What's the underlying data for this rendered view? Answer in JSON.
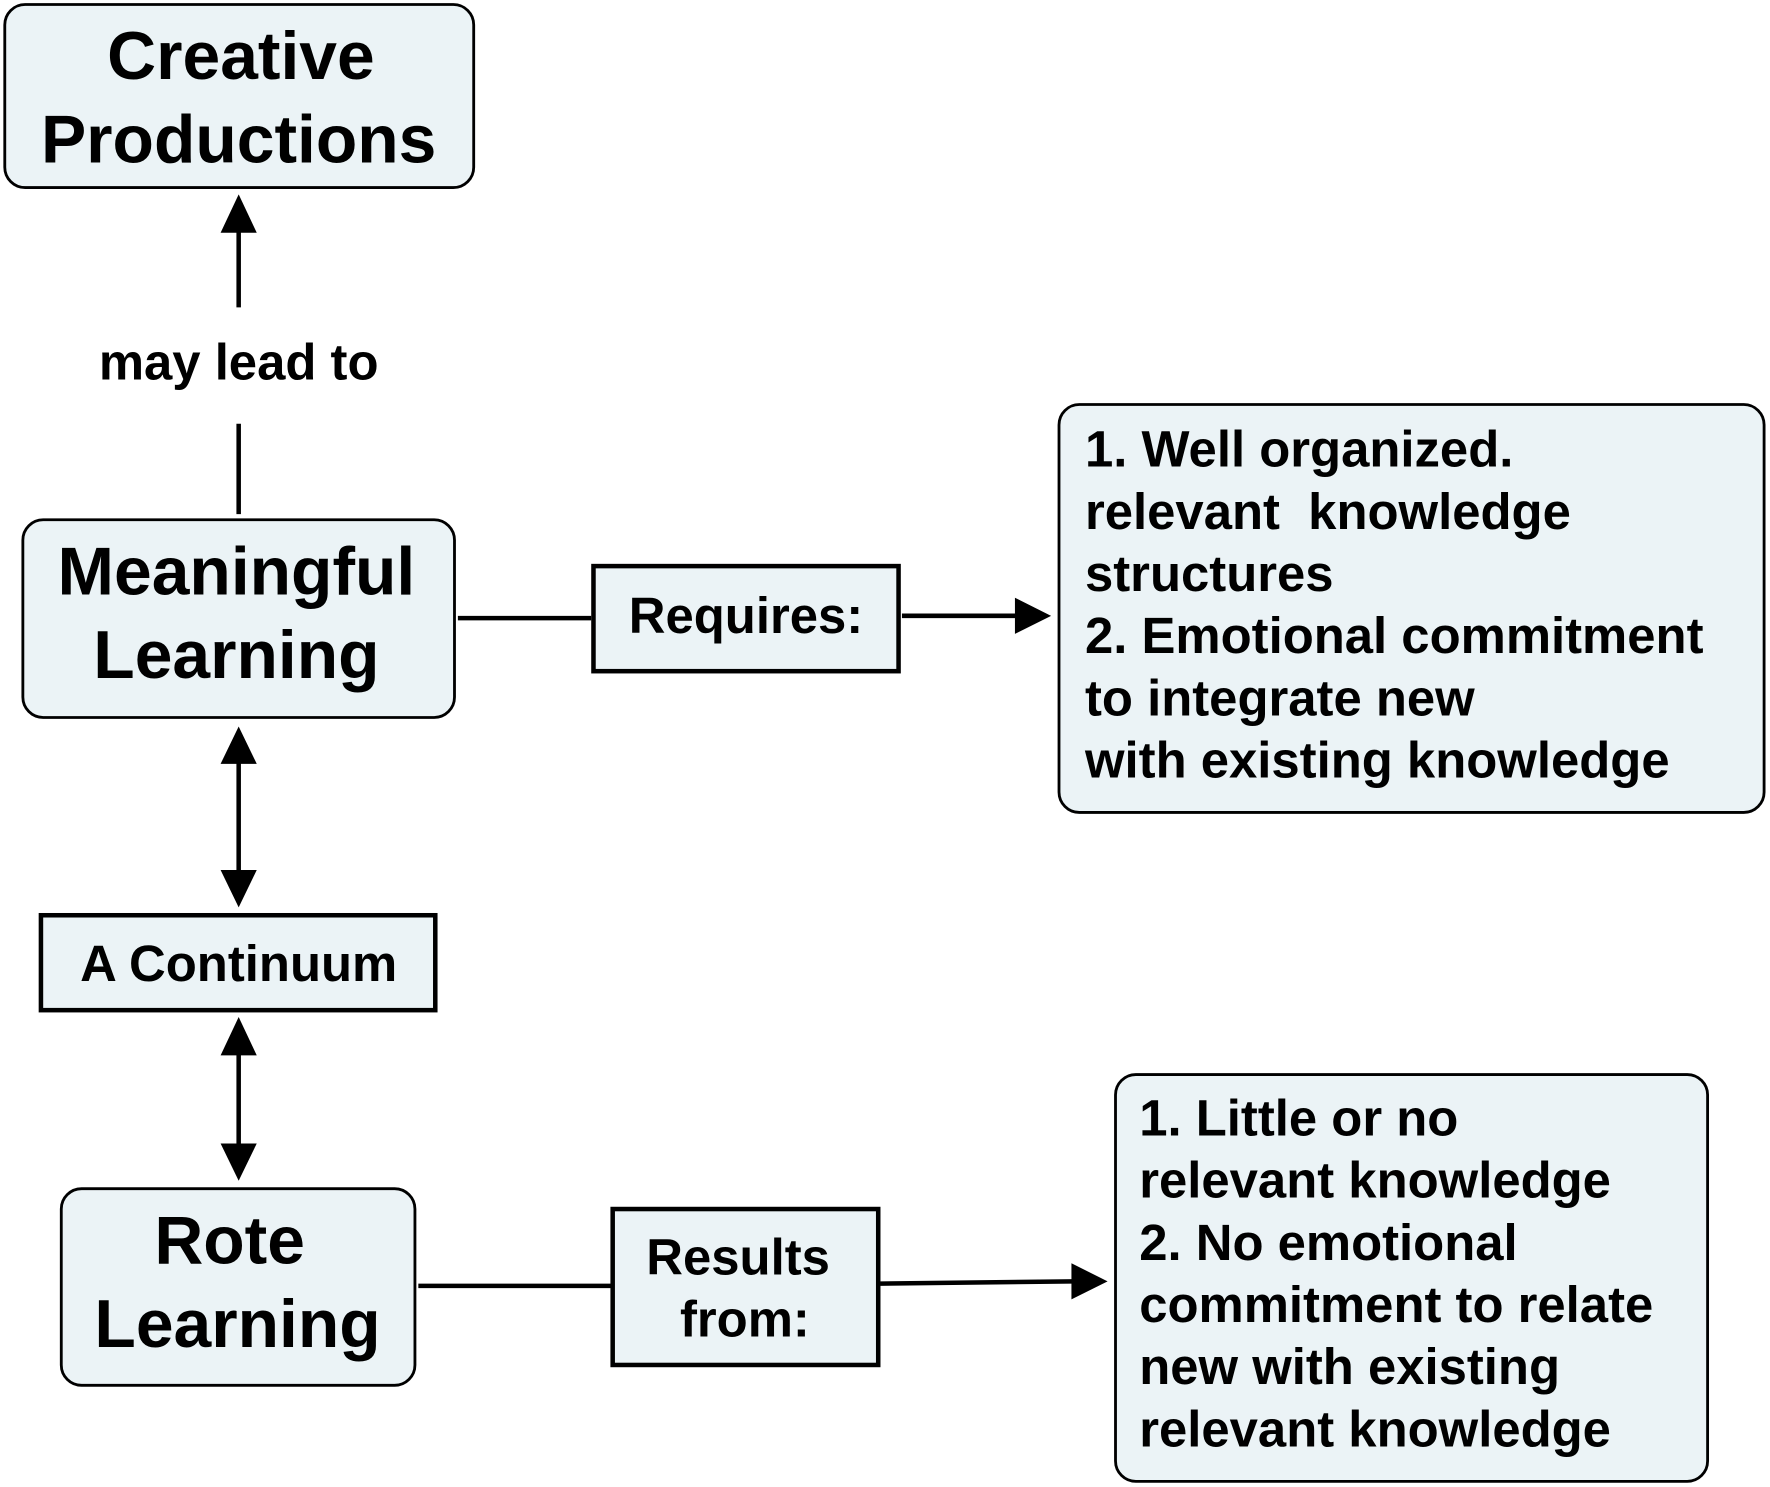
{
  "concepts": {
    "creative": {
      "lines": [
        "Creative",
        "Productions"
      ]
    },
    "meaningful": {
      "lines": [
        "Meaningful",
        "Learning"
      ]
    },
    "rote": {
      "lines": [
        "Rote",
        "Learning"
      ]
    },
    "requirements": {
      "lines": [
        "1. Well organized.",
        "relevant  knowledge",
        "structures",
        "2. Emotional commitment",
        "to integrate new",
        "with existing knowledge"
      ]
    },
    "causes": {
      "lines": [
        "1. Little or no",
        "relevant knowledge",
        "2. No emotional",
        "commitment to relate",
        "new with existing",
        "relevant knowledge"
      ]
    }
  },
  "links": {
    "may_lead_to": "may lead to",
    "requires": "Requires:",
    "continuum": "A Continuum",
    "results_from": [
      "Results",
      "from:"
    ]
  },
  "colors": {
    "node_fill": "#ebf3f6",
    "stroke": "#000000"
  }
}
